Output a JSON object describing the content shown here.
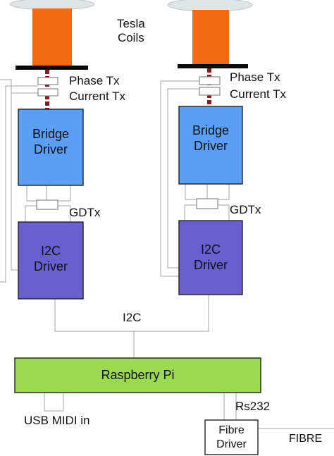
{
  "labels": {
    "tesla_line1": "Tesla",
    "tesla_line2": "Coils",
    "phase_tx": "Phase Tx",
    "current_tx": "Current Tx",
    "bridge_line1": "Bridge",
    "bridge_line2": "Driver",
    "gdtx": "GDTx",
    "i2c_driver_line1": "I2C",
    "i2c_driver_line2": "Driver",
    "i2c_bus": "I2C",
    "raspberry_pi": "Raspberry Pi",
    "usb_midi": "USB MIDI in",
    "rs232": "Rs232",
    "fibre_driver_line1": "Fibre",
    "fibre_driver_line2": "Driver",
    "fibre": "FIBRE"
  },
  "colors": {
    "coil": "#f26a13",
    "bridge_driver": "#5b9ef7",
    "i2c_driver": "#6a5fcf",
    "raspberry_pi": "#9bd94e",
    "wire": "#b3b3b3",
    "link": "#8b1a1a",
    "border": "#222222",
    "disc": "#dfe4e6"
  }
}
